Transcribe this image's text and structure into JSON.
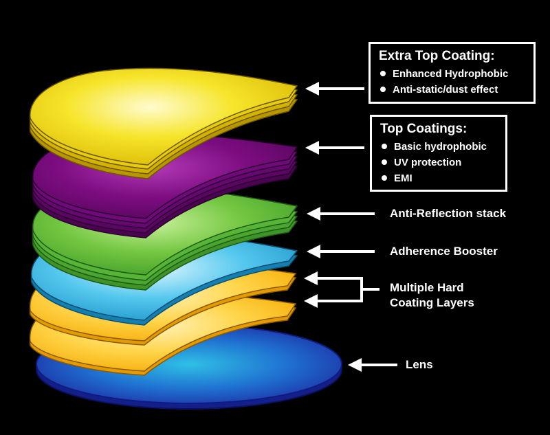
{
  "diagram": {
    "colors": {
      "background": "#000000",
      "extra_top_coating": "#f5e21a",
      "top_coatings": "#7d0a80",
      "anti_reflection": "#6cc33c",
      "adherence_booster": "#37b6e6",
      "hard_coating": "#ffc92a",
      "lens": "#1c3cc0",
      "text": "#ffffff"
    },
    "callouts": {
      "extra_top": {
        "title": "Extra Top Coating:",
        "items": [
          "Enhanced Hydrophobic",
          "Anti-static/dust effect"
        ]
      },
      "top": {
        "title": "Top Coatings:",
        "items": [
          "Basic hydrophobic",
          "UV protection",
          "EMI"
        ]
      }
    },
    "labels": {
      "anti_reflection": "Anti-Reflection stack",
      "adherence_booster": "Adherence Booster",
      "hard_coating_line1": "Multiple Hard",
      "hard_coating_line2": "Coating Layers",
      "lens": "Lens"
    }
  }
}
